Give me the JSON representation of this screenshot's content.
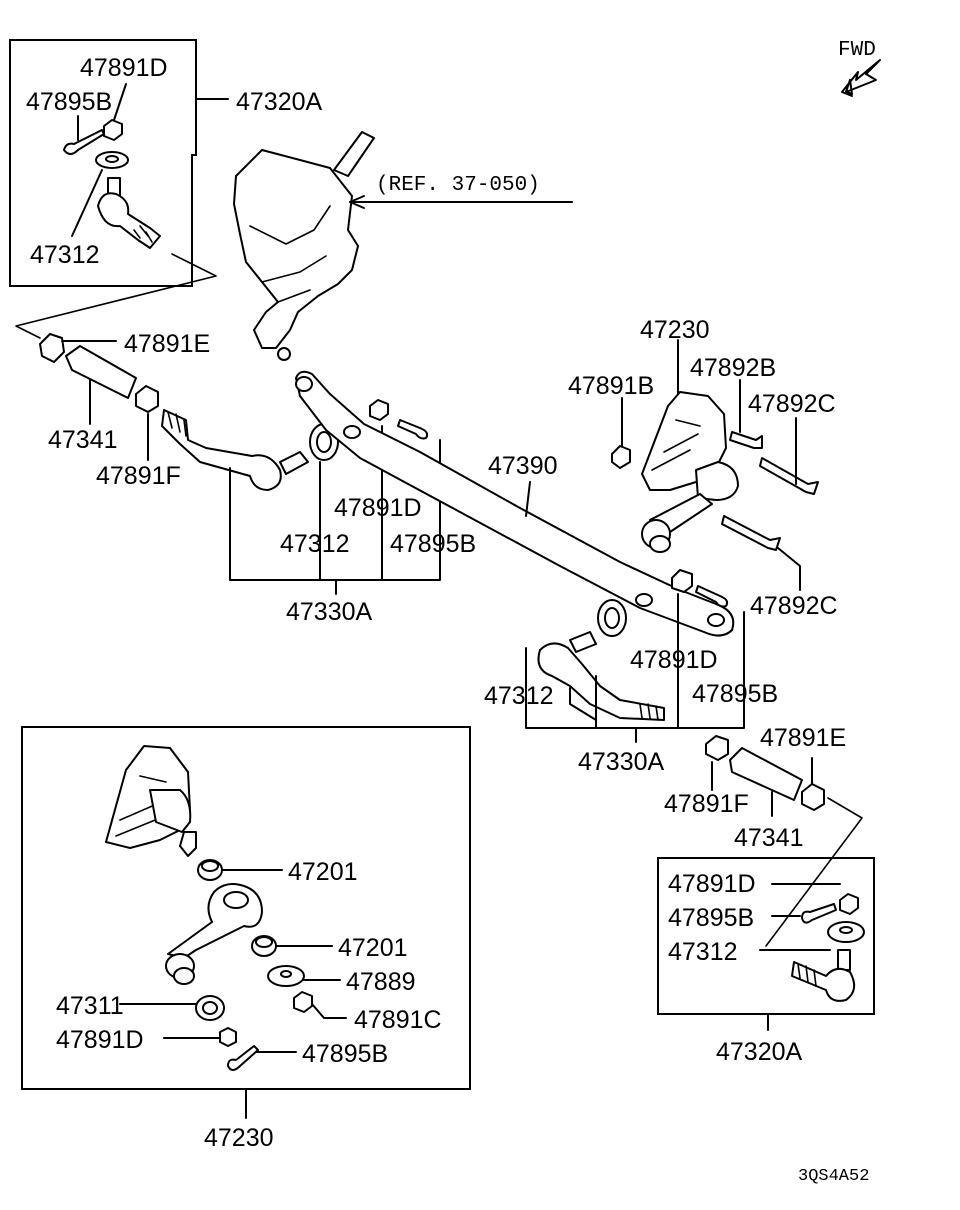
{
  "diagram": {
    "fwd_label": "FWD",
    "ref_label": "(REF. 37-050)",
    "figure_code": "3QS4A52",
    "labels": {
      "p47891D_a": "47891D",
      "p47895B_a": "47895B",
      "p47320A_a": "47320A",
      "p47312_a": "47312",
      "p47891E_a": "47891E",
      "p47341_a": "47341",
      "p47891F_a": "47891F",
      "p47891D_b": "47891D",
      "p47312_b": "47312",
      "p47895B_b": "47895B",
      "p47330A_a": "47330A",
      "p47390": "47390",
      "p47230_a": "47230",
      "p47891B": "47891B",
      "p47892B": "47892B",
      "p47892C_a": "47892C",
      "p47892C_b": "47892C",
      "p47891D_c": "47891D",
      "p47312_c": "47312",
      "p47895B_c": "47895B",
      "p47330A_b": "47330A",
      "p47891E_b": "47891E",
      "p47891F_b": "47891F",
      "p47341_b": "47341",
      "p47891D_d": "47891D",
      "p47895B_d": "47895B",
      "p47312_d": "47312",
      "p47320A_b": "47320A",
      "p47201_a": "47201",
      "p47201_b": "47201",
      "p47889": "47889",
      "p47311": "47311",
      "p47891C": "47891C",
      "p47891D_e": "47891D",
      "p47895B_e": "47895B",
      "p47230_b": "47230"
    }
  }
}
